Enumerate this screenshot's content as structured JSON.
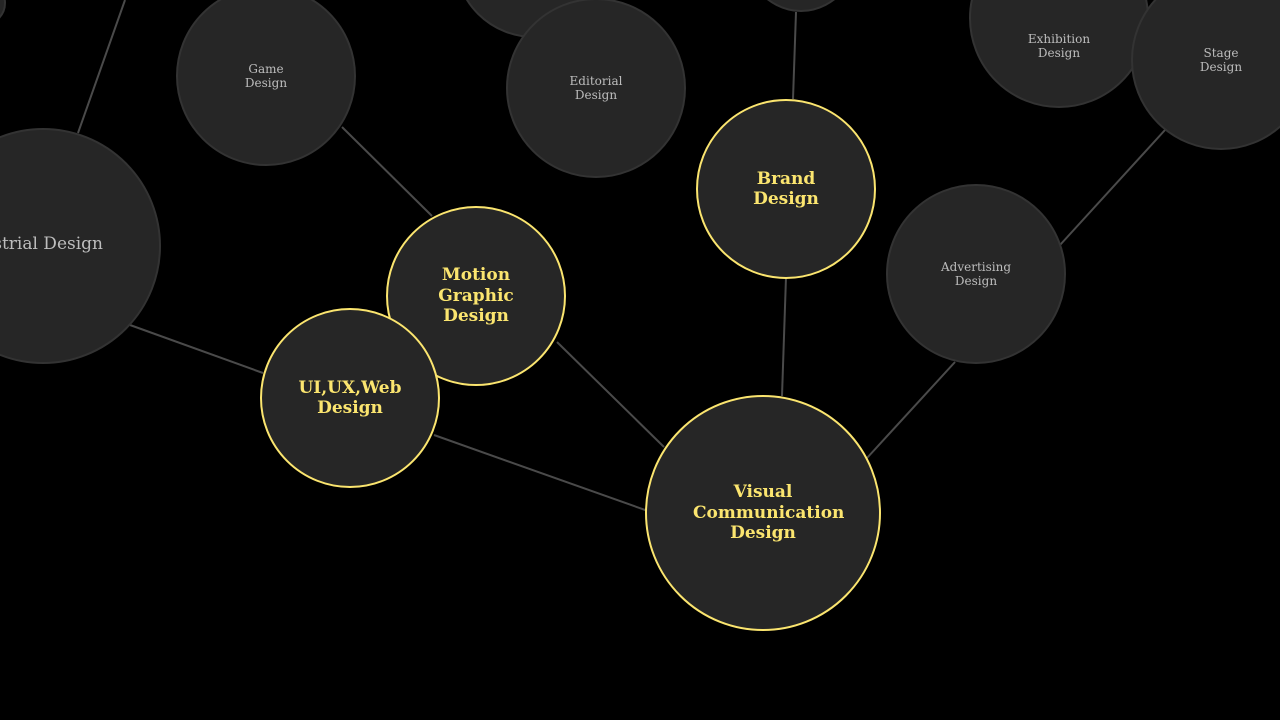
{
  "colors": {
    "background": "#000000",
    "node_fill": "#262626",
    "node_border": "#333333",
    "node_text": "#bdbdbd",
    "highlight": "#fbe56f",
    "edge": "#4a4a4a"
  },
  "nodes": [
    {
      "id": "industrial",
      "label": "Industrial Design",
      "highlighted": false
    },
    {
      "id": "game",
      "label": "Game Design",
      "highlighted": false
    },
    {
      "id": "editorial",
      "label": "Editorial Design",
      "highlighted": false
    },
    {
      "id": "exhibition",
      "label": "Exhibition Design",
      "highlighted": false
    },
    {
      "id": "stage",
      "label": "Stage Design",
      "highlighted": false
    },
    {
      "id": "advertising",
      "label": "Advertising Design",
      "highlighted": false
    },
    {
      "id": "brand",
      "label": "Brand Design",
      "highlighted": true
    },
    {
      "id": "motion",
      "label": "Motion Graphic Design",
      "highlighted": true
    },
    {
      "id": "uiux",
      "label": "UI,UX,Web Design",
      "highlighted": true
    },
    {
      "id": "visual",
      "label": "Visual Communication Design",
      "highlighted": true
    }
  ]
}
